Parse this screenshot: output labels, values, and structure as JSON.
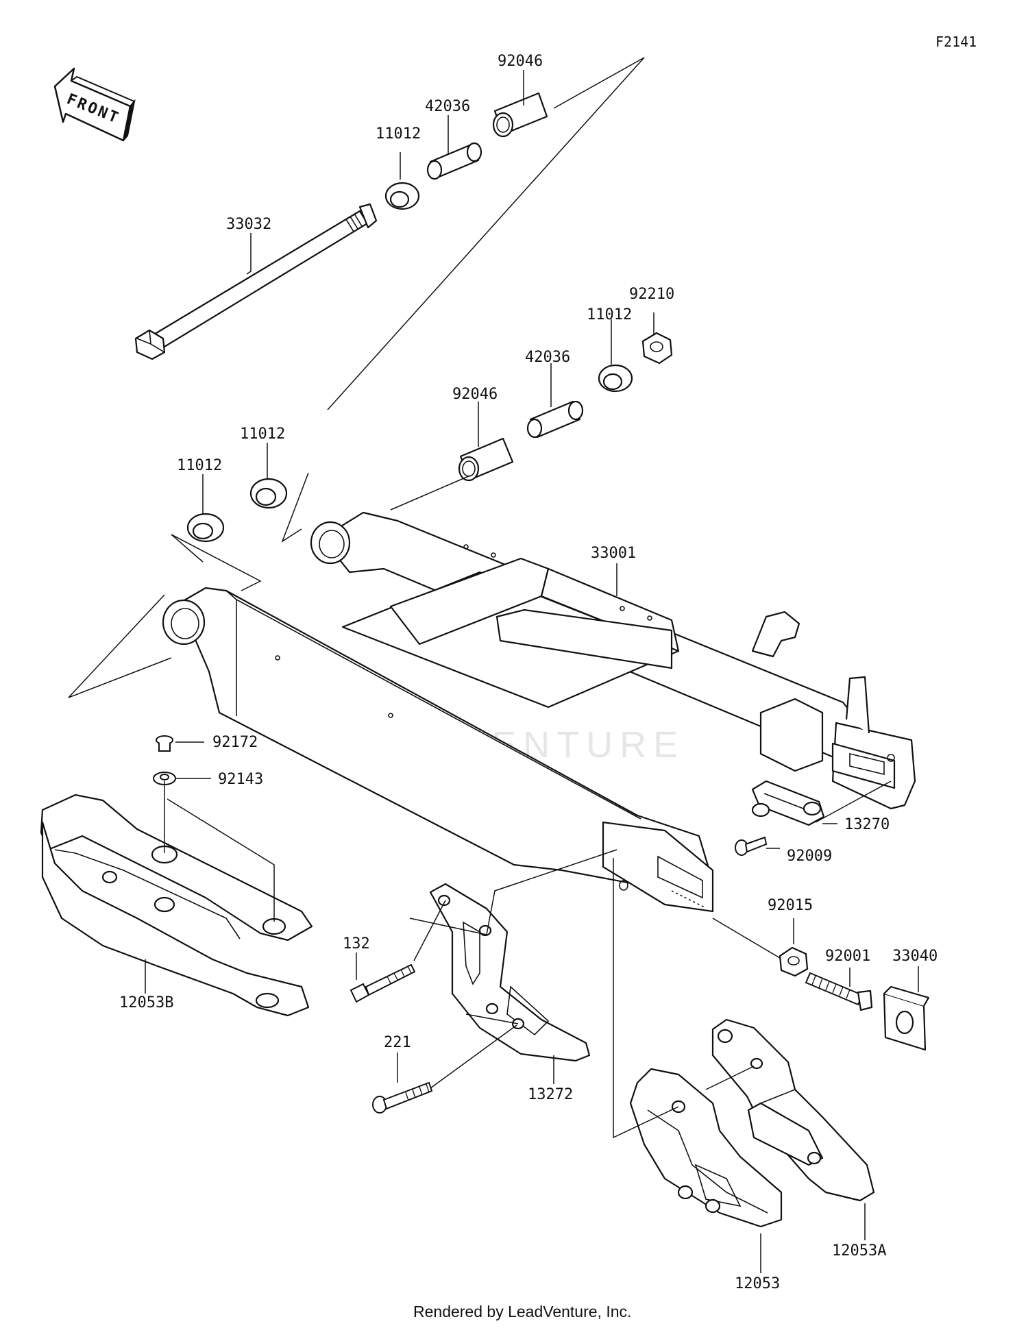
{
  "diagram": {
    "code": "F2141",
    "front_label": "FRONT",
    "credit": "Rendered by LeadVenture, Inc.",
    "watermark": "LEADVENTURE"
  },
  "labels": {
    "p33032": "33032",
    "p11012_top": "11012",
    "p42036_top": "42036",
    "p92046_top": "92046",
    "p92210": "92210",
    "p11012_mid": "11012",
    "p42036_mid": "42036",
    "p92046_mid": "92046",
    "p11012_left_a": "11012",
    "p11012_left_b": "11012",
    "p33001": "33001",
    "p92172": "92172",
    "p92143": "92143",
    "p12053B": "12053B",
    "p13270": "13270",
    "p92009": "92009",
    "p92015": "92015",
    "p92001": "92001",
    "p33040": "33040",
    "p132": "132",
    "p221": "221",
    "p13272": "13272",
    "p12053A": "12053A",
    "p12053": "12053"
  }
}
